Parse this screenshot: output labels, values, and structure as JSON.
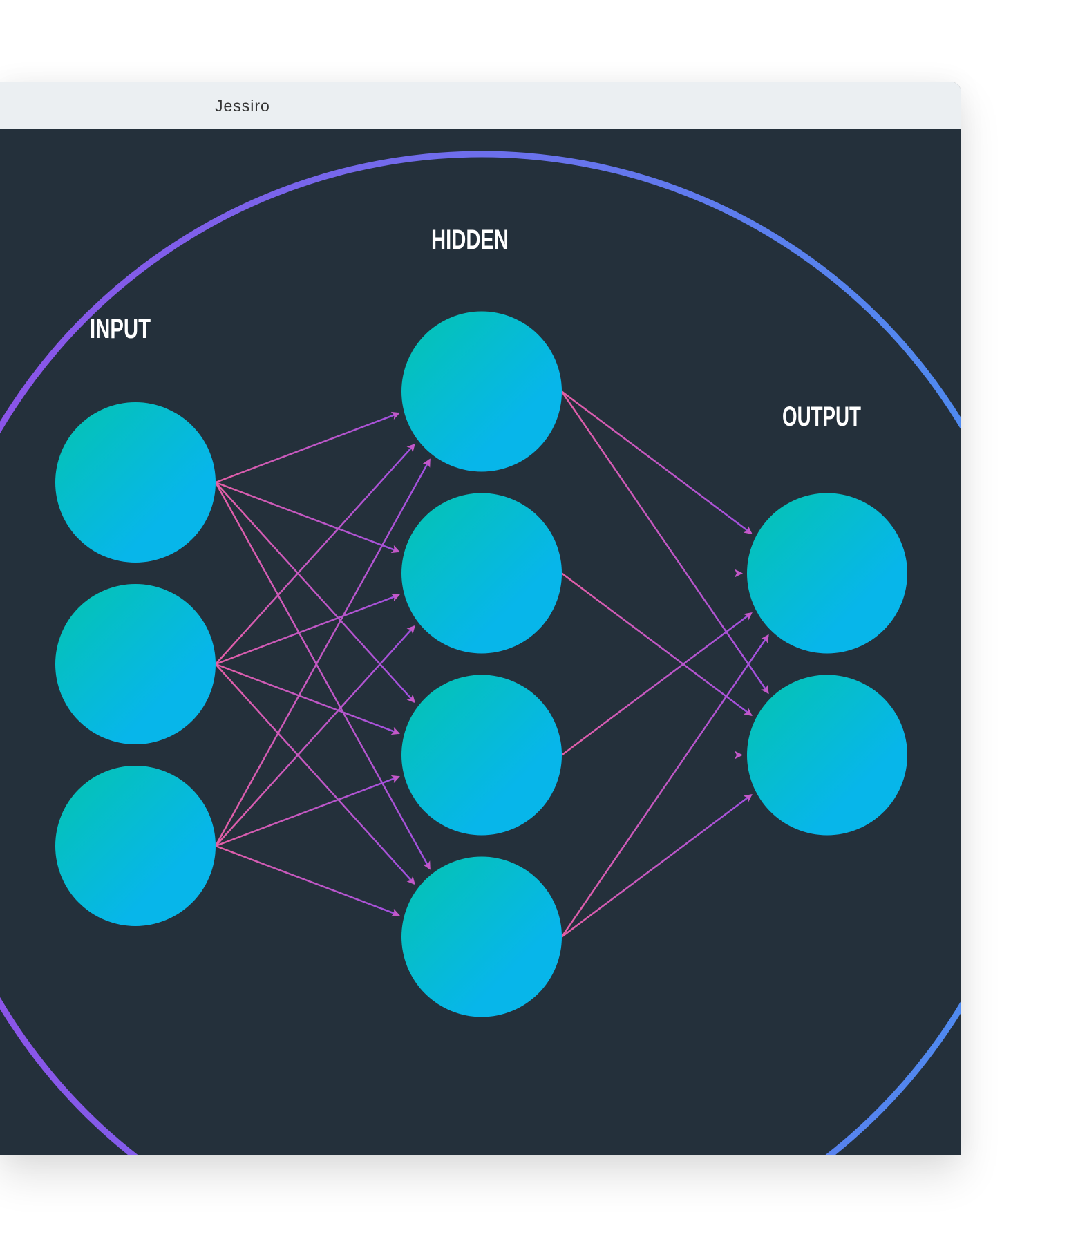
{
  "window": {
    "title": "Jessiro"
  },
  "diagram": {
    "layers": [
      {
        "label": "INPUT",
        "nodes": 3
      },
      {
        "label": "HIDDEN",
        "nodes": 4
      },
      {
        "label": "OUTPUT",
        "nodes": 2
      }
    ],
    "connections": "fully-connected",
    "colors": {
      "background": "#24303b",
      "node_gradient": [
        "#04c4b0",
        "#07b6ea"
      ],
      "edge_gradient": [
        "#e45fa6",
        "#a050e0"
      ],
      "arc_gradient": [
        "#9050e8",
        "#4a8ef0"
      ]
    }
  }
}
